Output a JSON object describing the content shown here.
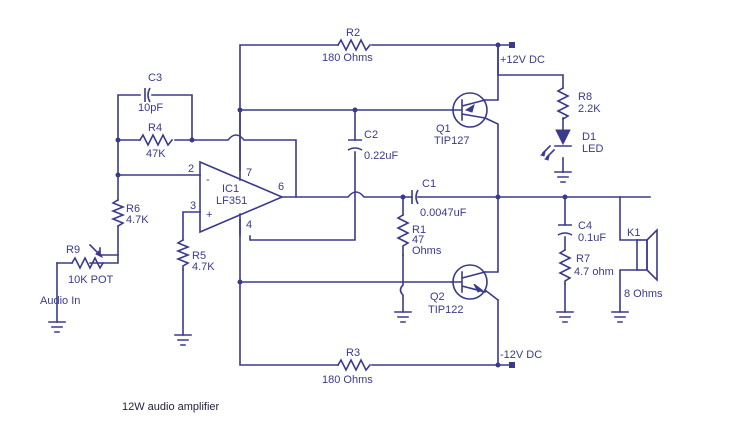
{
  "caption": "12W audio amplifier",
  "components": {
    "r2": {
      "ref": "R2",
      "value": "180 Ohms"
    },
    "r3": {
      "ref": "R3",
      "value": "180 Ohms"
    },
    "r4": {
      "ref": "R4",
      "value": "47K"
    },
    "r5": {
      "ref": "R5",
      "value": "4.7K"
    },
    "r6": {
      "ref": "R6",
      "value": "4.7K"
    },
    "r7": {
      "ref": "R7",
      "value": "4.7 ohm"
    },
    "r8": {
      "ref": "R8",
      "value": "2.2K"
    },
    "r1": {
      "ref": "R1",
      "value": "47",
      "unit": "Ohms"
    },
    "r9": {
      "ref": "R9",
      "value": "10K POT"
    },
    "c1": {
      "ref": "C1",
      "value": "0.0047uF"
    },
    "c2": {
      "ref": "C2",
      "value": "0.22uF"
    },
    "c3": {
      "ref": "C3",
      "value": "10pF"
    },
    "c4": {
      "ref": "C4",
      "value": "0.1uF"
    },
    "q1": {
      "ref": "Q1",
      "value": "TIP127"
    },
    "q2": {
      "ref": "Q2",
      "value": "TIP122"
    },
    "ic1": {
      "ref": "IC1",
      "value": "LF351"
    },
    "d1": {
      "ref": "D1",
      "value": "LED"
    },
    "k1": {
      "ref": "K1",
      "value": "8 Ohms"
    }
  },
  "supply": {
    "positive": "+12V DC",
    "negative": "-12V DC"
  },
  "input_label": "Audio In",
  "pins": {
    "p2": "2",
    "p3": "3",
    "p6": "6",
    "p7": "7",
    "p4": "4",
    "minus": "-",
    "plus": "+"
  }
}
